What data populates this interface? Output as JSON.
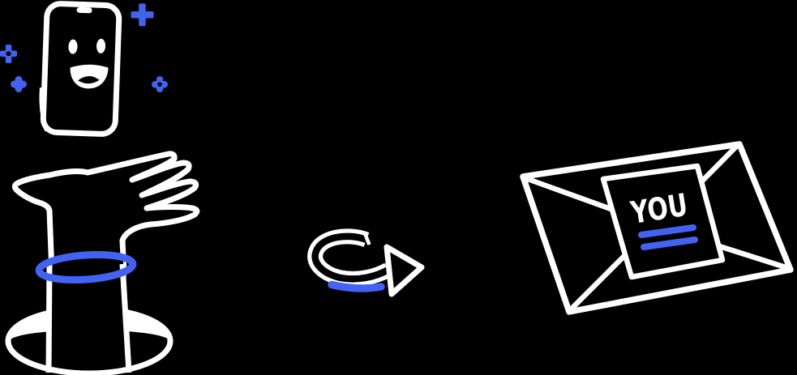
{
  "colors": {
    "background": "#000000",
    "line_white": "#FFFFFF",
    "accent_blue": "#4262F1"
  },
  "scene": {
    "phone": {
      "icon": "smiling-phone-icon",
      "expression": "open-smile"
    },
    "sparkles": {
      "icon": "sparkle-icon",
      "count": 4
    },
    "hand": {
      "icon": "hand-from-hole-icon",
      "bracelet_icon": "bracelet-icon",
      "hole_icon": "hole-icon"
    },
    "arrow": {
      "icon": "loop-arrow-right-icon",
      "direction": "right"
    },
    "envelope": {
      "icon": "envelope-icon",
      "card_label": "YOU",
      "underline_count": 2
    }
  }
}
